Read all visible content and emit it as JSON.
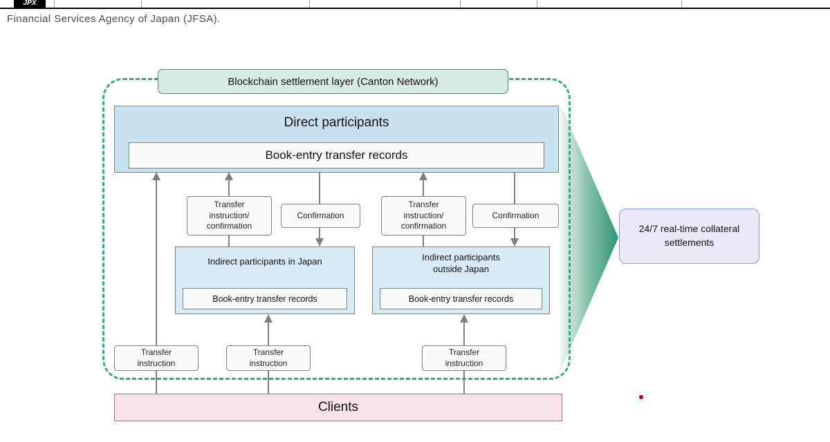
{
  "header": {
    "logo_text": "JPX",
    "note": "Financial Services Agency of Japan (JFSA)."
  },
  "diagram": {
    "blockchain_layer_label": "Blockchain settlement layer (Canton Network)",
    "direct_participants": {
      "title": "Direct participants",
      "records_label": "Book-entry transfer records"
    },
    "flow_labels": {
      "transfer_instruction_confirmation_left": "Transfer instruction/ confirmation",
      "confirmation_left": "Confirmation",
      "transfer_instruction_confirmation_right": "Transfer instruction/ confirmation",
      "confirmation_right": "Confirmation"
    },
    "indirect_japan": {
      "title": "Indirect participants in Japan",
      "records_label": "Book-entry transfer records"
    },
    "indirect_outside": {
      "title": "Indirect participants outside Japan",
      "records_label": "Book-entry transfer records"
    },
    "bottom_labels": [
      "Transfer instruction",
      "Transfer instruction",
      "Transfer instruction"
    ],
    "clients_label": "Clients",
    "outcome_label": "24/7 real-time collateral settlements"
  },
  "colors": {
    "dashed_border": "#43a38a",
    "blockchain_layer_fill": "#d8eae4",
    "direct_participants_fill": "#c9e2ef",
    "indirect_fill": "#d9eaf4",
    "clients_fill": "#fae2e9",
    "outcome_fill": "#ece9f6",
    "outcome_border": "#8795c9",
    "result_arrow_green": "#2f9377",
    "flow_line_gray": "#7f7f7f",
    "red_dot": "#c00000"
  }
}
